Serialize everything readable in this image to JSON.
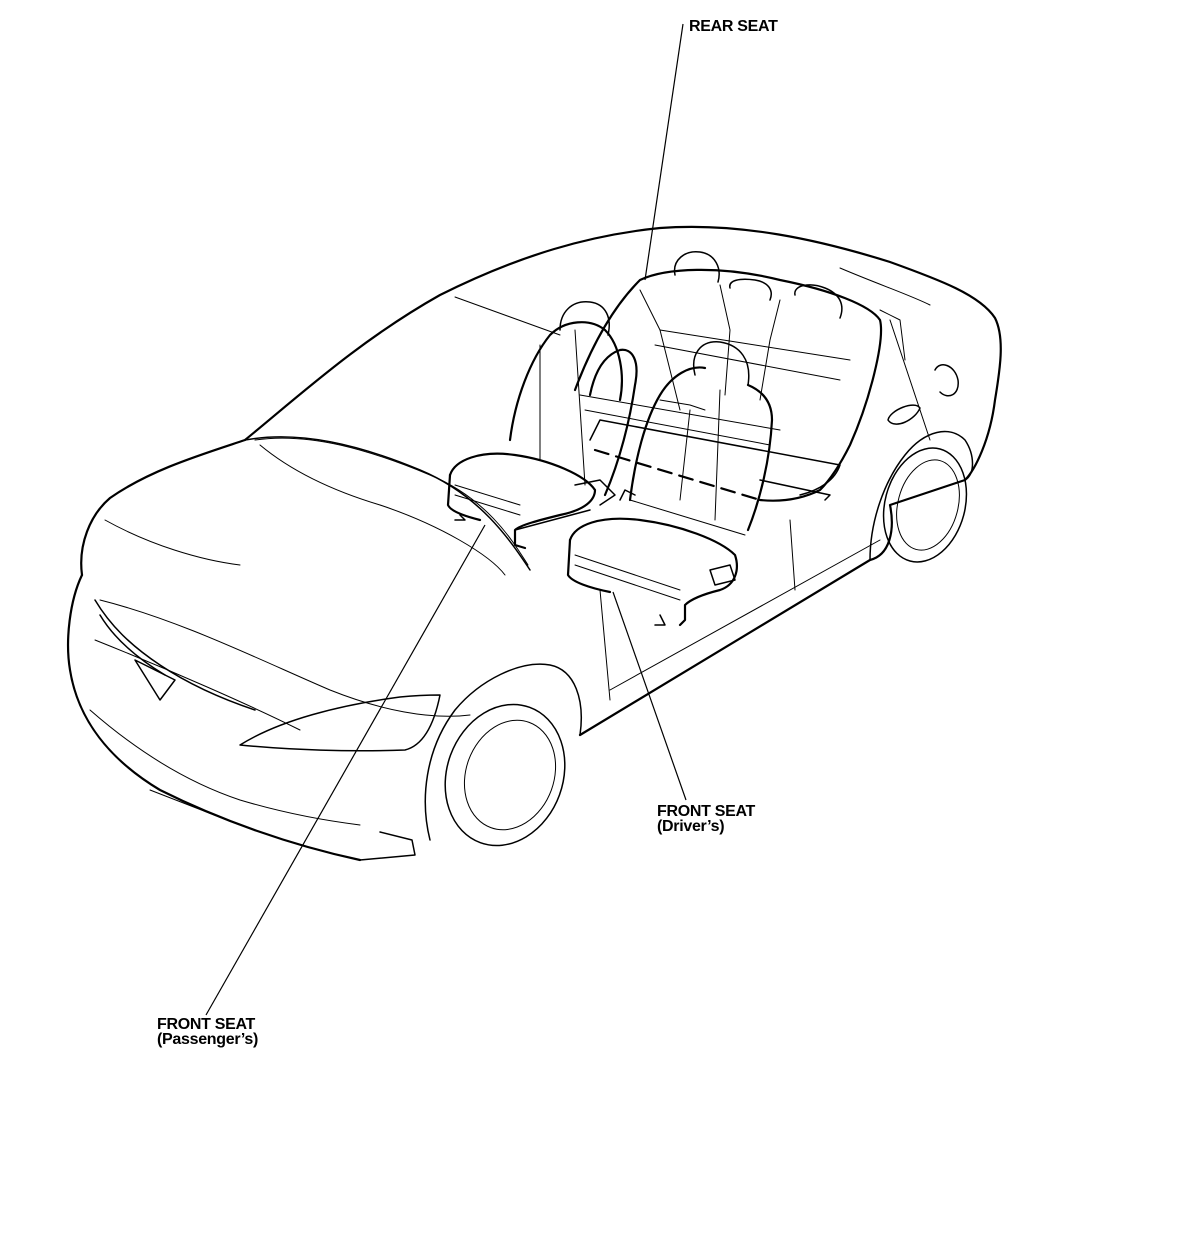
{
  "labels": {
    "rear_seat": "REAR SEAT",
    "front_seat_driver": {
      "title": "FRONT SEAT",
      "sub": "(Driver’s)"
    },
    "front_seat_passenger": {
      "title": "FRONT SEAT",
      "sub": "(Passenger’s)"
    }
  },
  "colors": {
    "line": "#000000",
    "background": "#ffffff"
  }
}
